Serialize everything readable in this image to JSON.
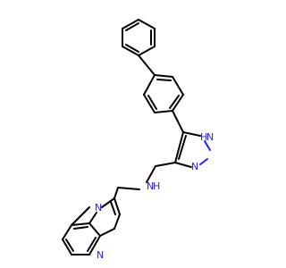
{
  "molecule": {
    "atoms": {
      "pyrazole_nh": "N",
      "pyrazole_nh_h": "H",
      "pyrazole_n": "N",
      "amine_n": "N",
      "amine_h": "H",
      "imidazo_bridge_n": "N",
      "imidazo_n": "N"
    },
    "colors": {
      "bond": "#000000",
      "heteroatom": "#1f1fff",
      "background": "#ffffff"
    }
  }
}
